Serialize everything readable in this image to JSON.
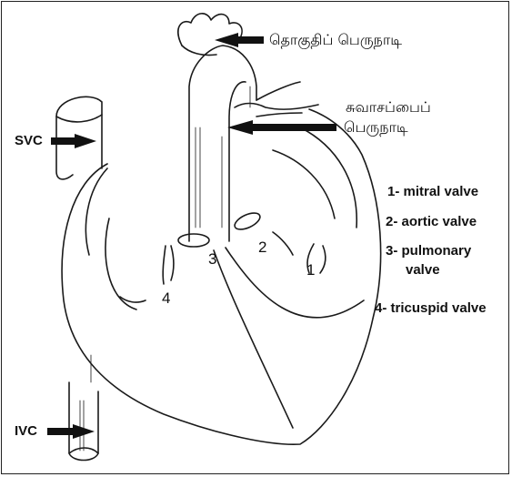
{
  "labels": {
    "aortic_arch": "தொகுதிப் பெருநாடி",
    "pulmonary_trunk_line1": "சுவாசப்பைப்",
    "pulmonary_trunk_line2": "பெருநாடி",
    "svc": "SVC",
    "ivc": "IVC"
  },
  "numbers": {
    "n1": "1",
    "n2": "2",
    "n3": "3",
    "n4": "4"
  },
  "legend": {
    "item1": "1- mitral valve",
    "item2": "2- aortic valve",
    "item3_line1": "3- pulmonary",
    "item3_line2": "valve",
    "item4": "4- tricuspid valve"
  },
  "colors": {
    "line": "#1a1a1a",
    "arrow": "#111111",
    "background": "#ffffff"
  }
}
